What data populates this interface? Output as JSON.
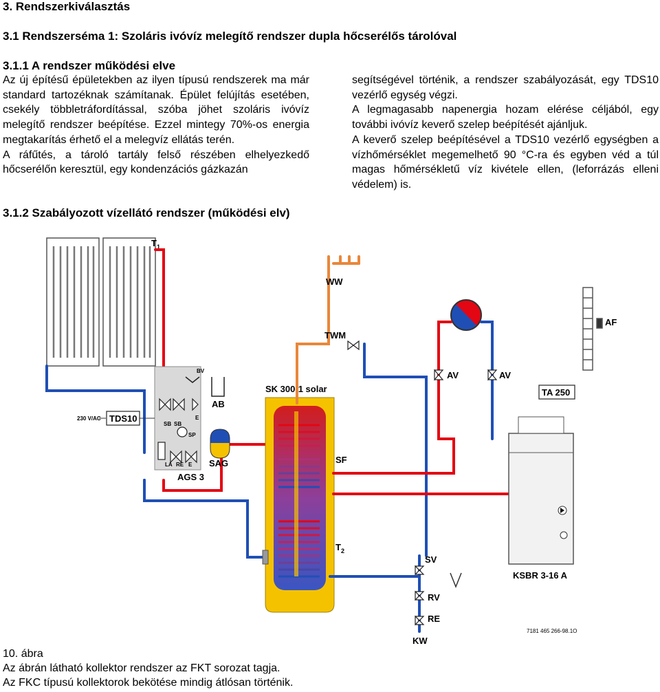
{
  "headings": {
    "h3": "3. Rendszerkiválasztás",
    "h31": "3.1 Rendszerséma 1: Szoláris ivóvíz melegítő rendszer dupla hőcserélős tárolóval",
    "h311": "3.1.1 A rendszer működési elve",
    "h312": "3.1.2 Szabályozott vízellátó rendszer (működési elv)"
  },
  "left_column": [
    "Az új építésű épületekben az ilyen típusú rendszerek ma már standard tartozéknak számítanak. Épület felújítás esetében, csekély többletráfordítással, szóba jöhet szoláris ivóvíz melegítő rendszer beépítése. Ezzel mintegy 70%-os energia megtakarítás érhető el a melegvíz ellátás terén.",
    "A ráfűtés, a tároló tartály felső részében elhelyezkedő hőcserélőn keresztül, egy kondenzációs gázkazán"
  ],
  "right_column": [
    "segítségével történik, a rendszer szabályozását, egy TDS10 vezérlő egység végzi.",
    "A legmagasabb napenergia hozam elérése céljából, egy további ivóvíz keverő szelep beépítését ajánljuk.",
    "A keverő szelep beépítésével a TDS10 vezérlő egységben a vízhőmérséklet megemelhető 90 °C-ra és egyben véd a túl magas hőmérsékletű víz kivétele ellen, (leforrázás elleni védelem) is."
  ],
  "diagram": {
    "labels": {
      "t1": "T",
      "t1_sub": "1",
      "t2": "T",
      "t2_sub": "2",
      "ww": "WW",
      "twm": "TWM",
      "bv": "BV",
      "ab": "AB",
      "sk": "SK 300-1 solar",
      "av1": "AV",
      "av2": "AV",
      "ta": "TA 250",
      "af": "AF",
      "volt": "230 V/AC",
      "tds": "TDS10",
      "sb1": "SB",
      "sb2": "SB",
      "sp": "SP",
      "la": "LA",
      "re_small": "RE",
      "e_small": "E",
      "e_small2": "E",
      "sag": "SAG",
      "ags": "AGS 3",
      "sf": "SF",
      "sv": "SV",
      "rv": "RV",
      "re": "RE",
      "kw": "KW",
      "ksbr": "KSBR 3-16 A",
      "ref": "7181 465 266-98.1O"
    },
    "colors": {
      "hot": "#e30613",
      "cold": "#1f4fb5",
      "warm": "#e9873a",
      "tank": "#f5c200",
      "grey": "#7a7a7a"
    }
  },
  "caption": {
    "figure": "10. ábra",
    "line1": "Az ábrán látható kollektor rendszer az FKT sorozat tagja.",
    "line2": "Az FKC típusú kollektorok bekötése mindig átlósan történik."
  }
}
